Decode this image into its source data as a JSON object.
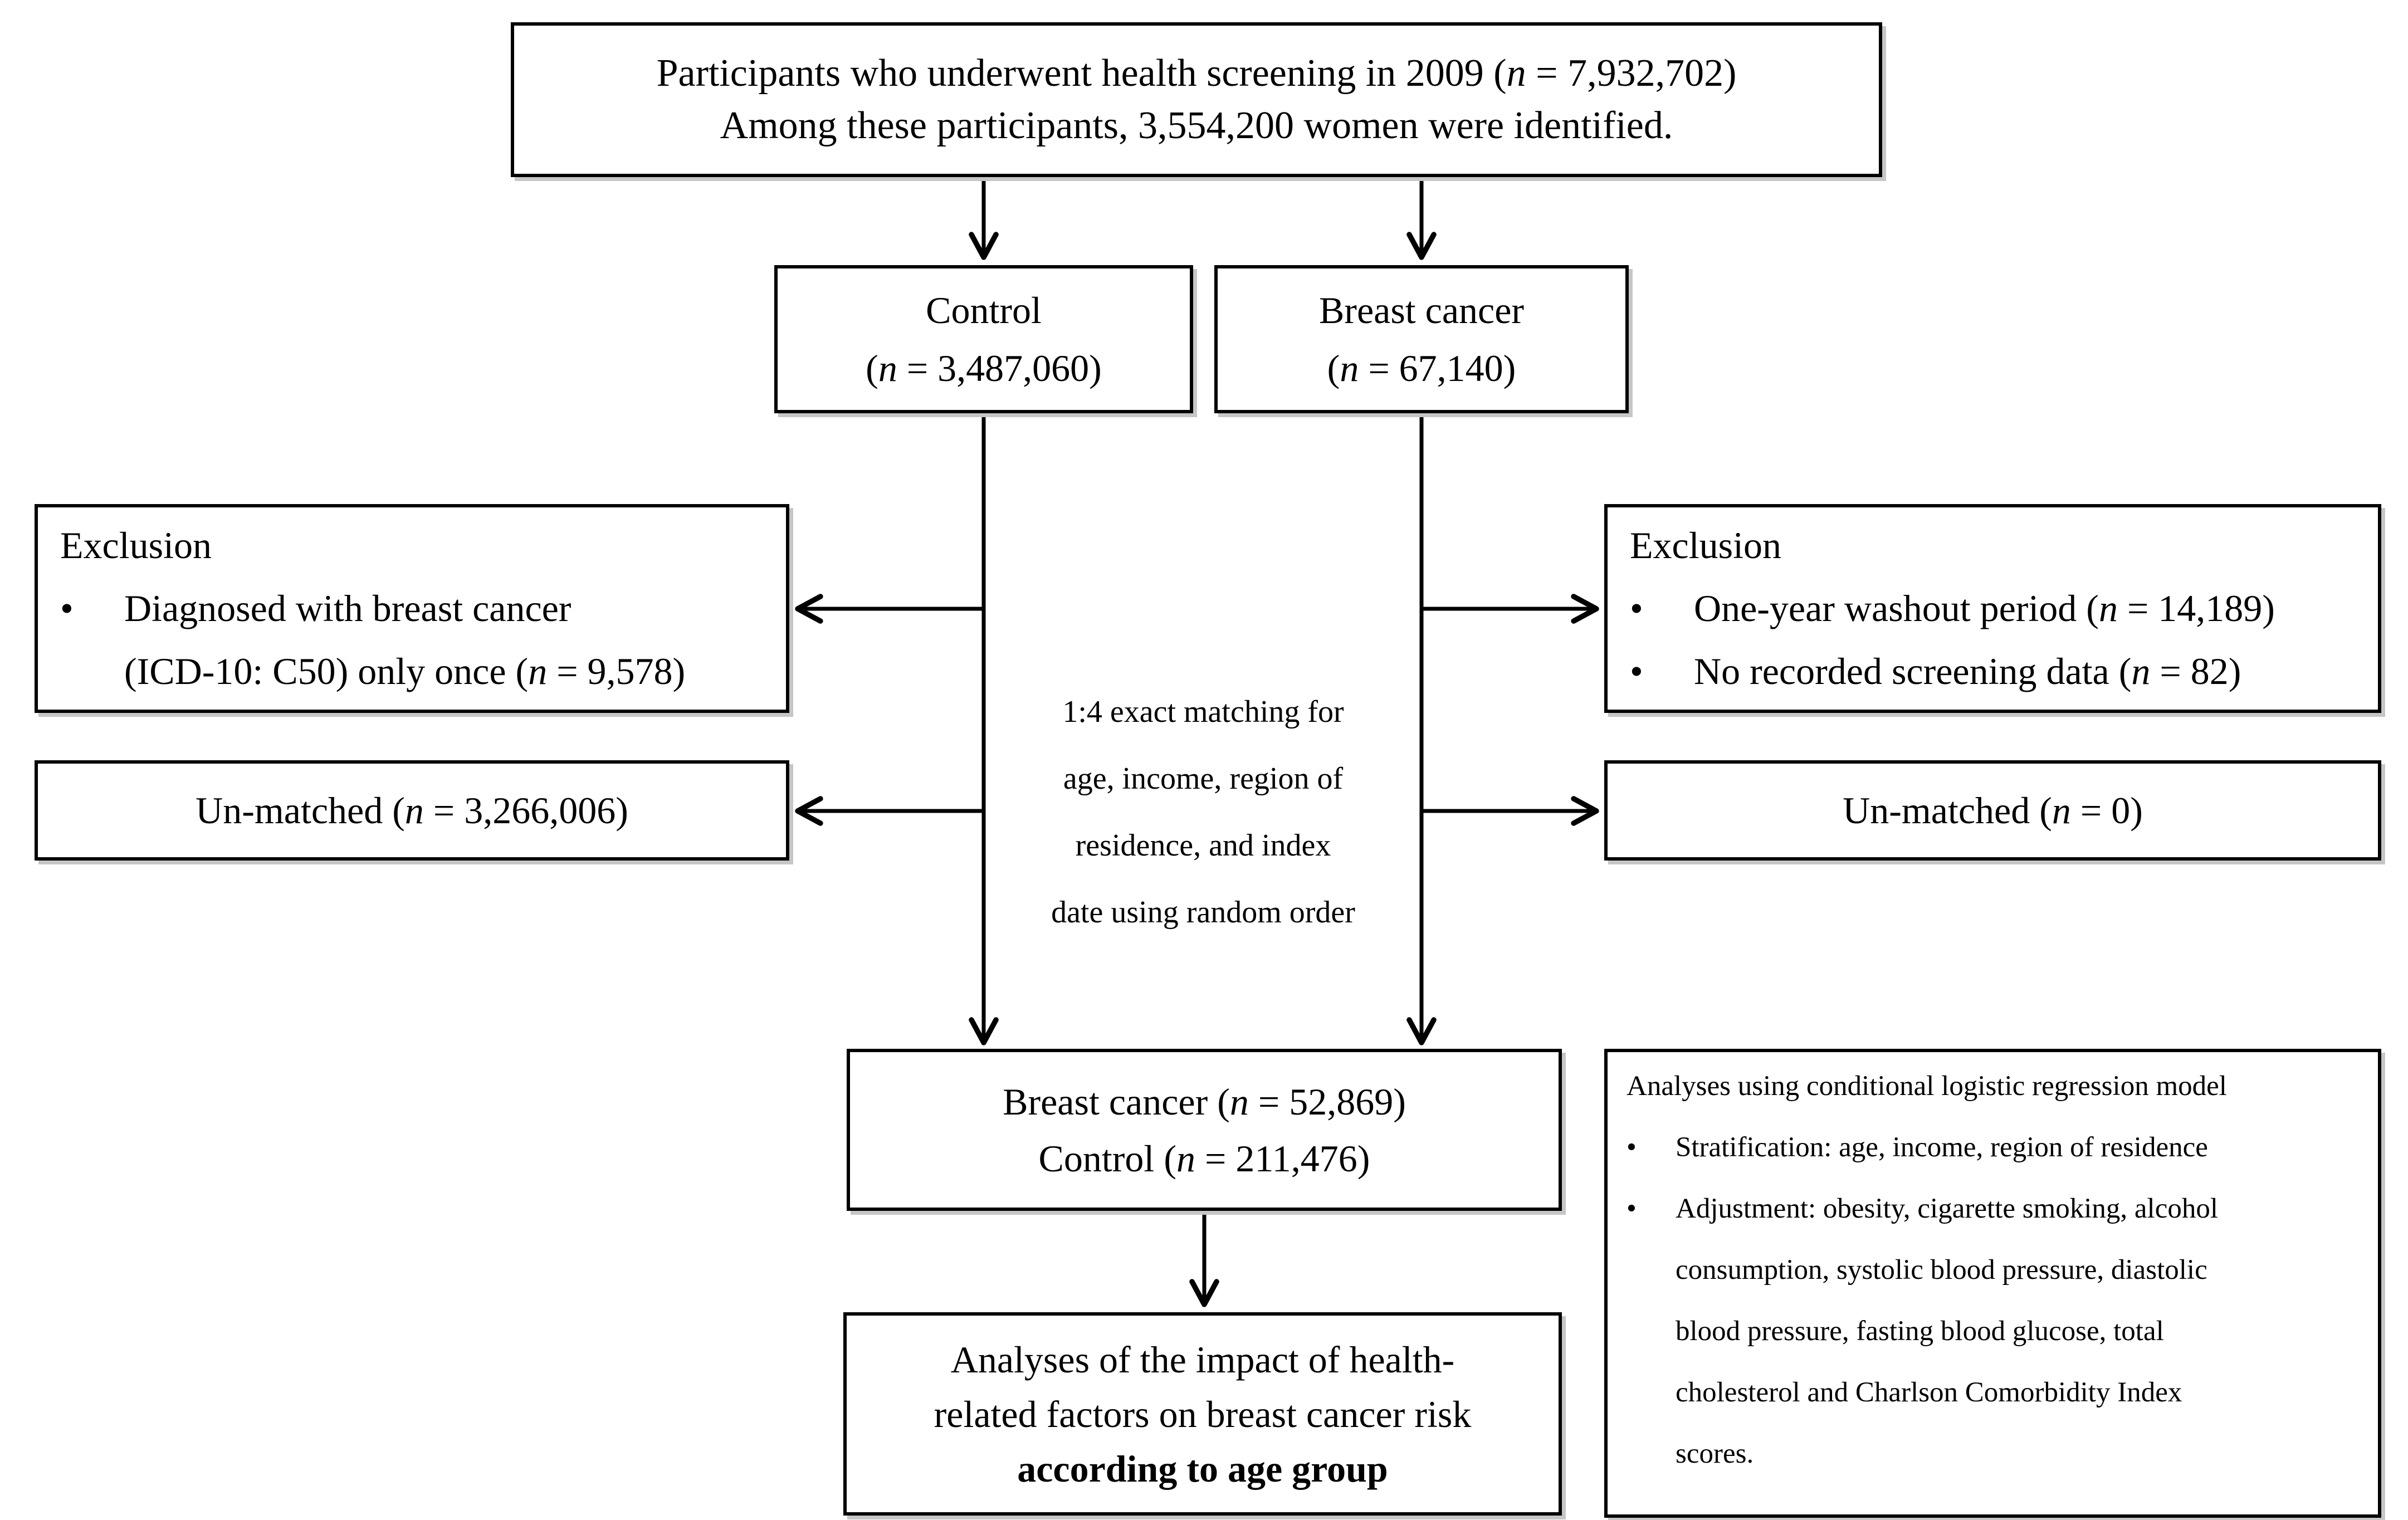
{
  "glyphs": {
    "bullet": "•"
  },
  "screening_box": {
    "lines": [
      [
        {
          "t": "Participants who underwent health screening in 2009 ("
        },
        {
          "t": "n",
          "i": true
        },
        {
          "t": " = 7,932,702)"
        }
      ],
      "Among these participants, 3,554,200 women were identified."
    ]
  },
  "control_box": {
    "lines": [
      "Control",
      [
        {
          "t": "("
        },
        {
          "t": "n",
          "i": true
        },
        {
          "t": " = 3,487,060)"
        }
      ]
    ]
  },
  "breast_cancer_box": {
    "lines": [
      "Breast cancer",
      [
        {
          "t": "("
        },
        {
          "t": "n",
          "i": true
        },
        {
          "t": " = 67,140)"
        }
      ]
    ]
  },
  "exclusion_left_box": {
    "heading": "Exclusion",
    "bullet_lines": [
      "Diagnosed with breast cancer",
      [
        {
          "t": "(ICD-10: C50) only once ("
        },
        {
          "t": "n",
          "i": true
        },
        {
          "t": " = 9,578)"
        }
      ]
    ]
  },
  "exclusion_right_box": {
    "heading": "Exclusion",
    "bullets": [
      [
        {
          "t": "One-year washout period ("
        },
        {
          "t": "n",
          "i": true
        },
        {
          "t": " = 14,189)"
        }
      ],
      [
        {
          "t": "No recorded screening data ("
        },
        {
          "t": "n",
          "i": true
        },
        {
          "t": " = 82)"
        }
      ]
    ]
  },
  "unmatched_left_box": {
    "line": [
      {
        "t": "Un-matched ("
      },
      {
        "t": "n",
        "i": true
      },
      {
        "t": " = 3,266,006)"
      }
    ]
  },
  "unmatched_right_box": {
    "line": [
      {
        "t": "Un-matched ("
      },
      {
        "t": "n",
        "i": true
      },
      {
        "t": " = 0)"
      }
    ]
  },
  "matching_note": {
    "lines": [
      "1:4 exact matching for",
      "age, income, region of",
      "residence, and index",
      "date using random order"
    ]
  },
  "matched_box": {
    "lines": [
      [
        {
          "t": "Breast cancer ("
        },
        {
          "t": "n",
          "i": true
        },
        {
          "t": " = 52,869)"
        }
      ],
      [
        {
          "t": "Control ("
        },
        {
          "t": "n",
          "i": true
        },
        {
          "t": " = 211,476)"
        }
      ]
    ]
  },
  "final_box": {
    "lines": [
      "Analyses of the impact of health-",
      "related factors on breast cancer risk",
      [
        {
          "t": "according to age group",
          "b": true
        }
      ]
    ]
  },
  "analyses_box": {
    "heading": "Analyses using conditional logistic regression model",
    "bullets": [
      {
        "lines": [
          "Stratification: age, income, region of residence"
        ]
      },
      {
        "lines": [
          "Adjustment: obesity, cigarette smoking, alcohol",
          "consumption, systolic blood pressure, diastolic",
          "blood pressure, fasting blood glucose, total",
          "cholesterol and Charlson Comorbidity Index",
          "scores."
        ]
      }
    ]
  }
}
